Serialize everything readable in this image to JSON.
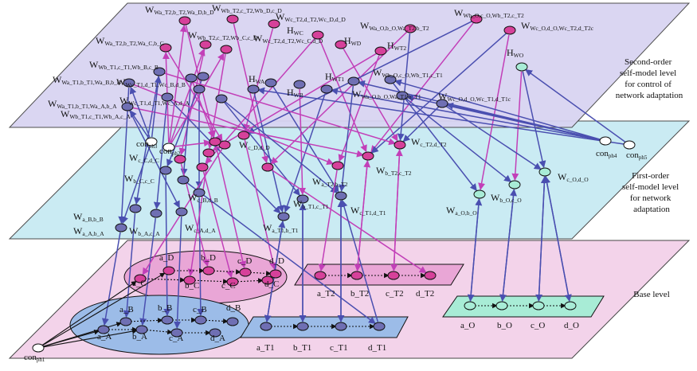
{
  "planes": {
    "second_order": {
      "fill": "#d8d4f2",
      "label_lines": [
        "Second-order",
        "self-model level",
        "for control of",
        "network adaptation"
      ]
    },
    "first_order": {
      "fill": "#c8ebf3",
      "label_lines": [
        "First-order",
        "self-model level",
        "for network",
        "adaptation"
      ]
    },
    "base": {
      "fill": "#f3d3ea",
      "label_lines": [
        "Base level"
      ]
    }
  },
  "colors": {
    "blue_node": "#6f6fb3",
    "pink_node": "#d6419a",
    "green_node": "#a8ecd6",
    "white_node": "#ffffff",
    "blue_link": "#4a4fb0",
    "pink_link": "#c23fb8",
    "black_link": "#111111"
  },
  "second_order_labels": [
    {
      "base": "W",
      "sub": "Wa_T2,b_T2,Wa_D,b_D"
    },
    {
      "base": "W",
      "sub": "Wb_T2,c_T2,Wb_D,c_D"
    },
    {
      "base": "W",
      "sub": "Wc_T2,d_T2,Wc_D,d_D"
    },
    {
      "base": "W",
      "sub": "Wa_T2,b_T2,Wa_C,b_C"
    },
    {
      "base": "W",
      "sub": "Wb_T2,c_T2,Wb_C,c_D"
    },
    {
      "base": "W",
      "sub": "Wc_T2,d_T2,Wc_C,d_D"
    },
    {
      "base": "H",
      "sub": "WC"
    },
    {
      "base": "H",
      "sub": "WD"
    },
    {
      "base": "H",
      "sub": "WT2"
    },
    {
      "base": "W",
      "sub": "Wa_O,b_O,Wa_T2,b_T2"
    },
    {
      "base": "W",
      "sub": "Wb_O,c_O,Wb_T2,c_T2"
    },
    {
      "base": "W",
      "sub": "Wc_O,d_O,Wc_T2,d_T2c"
    },
    {
      "base": "H",
      "sub": "WO"
    },
    {
      "base": "W",
      "sub": "Wb_T1,c_T1,Wb_B,c_B"
    },
    {
      "base": "W",
      "sub": "Wa_T1,b_T1,Wa_B,b_B"
    },
    {
      "base": "W",
      "sub": "Wa_T1,b_T1,Wa_A,b_A"
    },
    {
      "base": "W",
      "sub": "Wb_T1,c_T1,Wb_A,c_A"
    },
    {
      "base": "W",
      "sub": "Wc_T1,d_T1,Wc_B,d_B"
    },
    {
      "base": "W",
      "sub": "Wc_T1,d_T1,Wc_A,d_A"
    },
    {
      "base": "H",
      "sub": "WA"
    },
    {
      "base": "H",
      "sub": "WB"
    },
    {
      "base": "H",
      "sub": "WT1"
    },
    {
      "base": "W",
      "sub": "Wb_O,c_O,Wb_T1,c_T1"
    },
    {
      "base": "W",
      "sub": "Wa_O,b_O,Wa_T1,b_T1"
    },
    {
      "base": "W",
      "sub": "Wc_O,d_O,Wc_T1,d_T1c"
    }
  ],
  "con_labels": [
    {
      "base": "con",
      "sub": "ph3"
    },
    {
      "base": "con",
      "sub": "ph2"
    },
    {
      "base": "con",
      "sub": "ph4"
    },
    {
      "base": "con",
      "sub": "ph5"
    },
    {
      "base": "con",
      "sub": "ph1"
    }
  ],
  "first_order_labels": [
    {
      "base": "W",
      "sub": "c_D,d_D"
    },
    {
      "base": "W",
      "sub": "c_T2,d_T2"
    },
    {
      "base": "W",
      "sub": "b_T2,c_T2"
    },
    {
      "base": "W",
      "sub": "a_T2,b_T2"
    },
    {
      "base": "W",
      "sub": "c_C,d_C"
    },
    {
      "base": "W",
      "sub": "b_C,c_C"
    },
    {
      "base": "W",
      "sub": "c_B,d_B"
    },
    {
      "base": "W",
      "sub": "c_T1,d_T1"
    },
    {
      "base": "W",
      "sub": "b_T1,c_T1"
    },
    {
      "base": "W",
      "sub": "a_T1,b_T1"
    },
    {
      "base": "W",
      "sub": "c_A,d_A"
    },
    {
      "base": "W",
      "sub": "b_A,c_A"
    },
    {
      "base": "W",
      "sub": "a_A,b_A"
    },
    {
      "base": "W",
      "sub": "a_B,b_B"
    },
    {
      "base": "W",
      "sub": "c_O,d_O"
    },
    {
      "base": "W",
      "sub": "b_O,c_O"
    },
    {
      "base": "W",
      "sub": "a_O,b_O"
    }
  ],
  "base_labels": {
    "D_group": [
      "a_D",
      "b_D",
      "c_D",
      "d_D"
    ],
    "C_group": [
      "a_C",
      "b_C",
      "c_C",
      "d_C"
    ],
    "B_group": [
      "a_B",
      "b_B",
      "c_B",
      "d_B"
    ],
    "A_group": [
      "a_A",
      "b_A",
      "c_A",
      "d_A"
    ],
    "T2_group": [
      "a_T2",
      "b_T2",
      "c_T2",
      "d_T2"
    ],
    "T1_group": [
      "a_T1",
      "b_T1",
      "c_T1",
      "d_T1"
    ],
    "O_group": [
      "a_O",
      "b_O",
      "c_O",
      "d_O"
    ]
  }
}
